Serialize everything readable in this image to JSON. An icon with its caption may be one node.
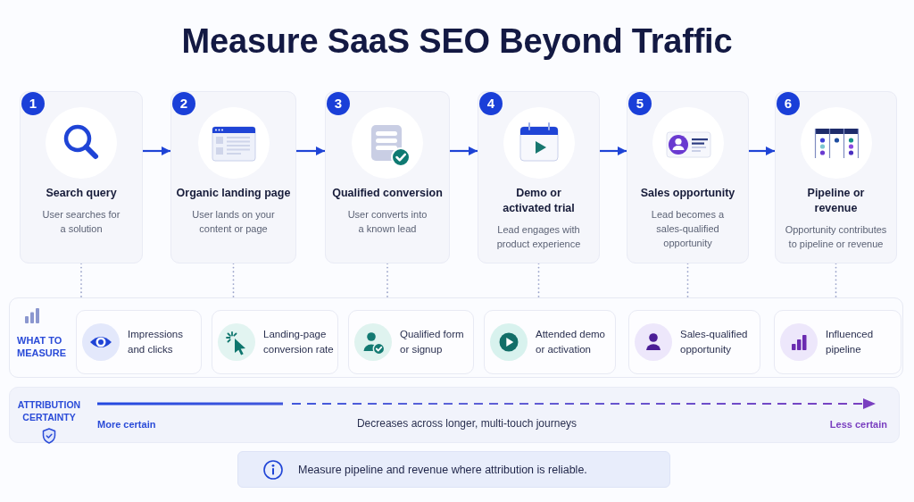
{
  "diagram": {
    "title": "Measure SaaS SEO Beyond Traffic",
    "nodes": [
      {
        "text": [
          "1",
          "Search query",
          "User searches for a solution"
        ]
      },
      {
        "text": [
          "2",
          "Organic landing page",
          "User lands on your content or page"
        ]
      },
      {
        "text": [
          "3",
          "Qualified conversion",
          "User converts into a known lead"
        ]
      },
      {
        "text": [
          "4",
          "Demo or activated trial",
          "Lead engages with product experience"
        ]
      },
      {
        "text": [
          "5",
          "Sales opportunity",
          "Lead becomes a sales-qualified opportunity"
        ]
      },
      {
        "text": [
          "6",
          "Pipeline or revenue",
          "Opportunity contributes to pipeline or revenue"
        ]
      },
      {
        "text": [
          "WHAT TO MEASURE"
        ]
      },
      {
        "text": [
          "Impressions and clicks"
        ],
        "in": 6
      },
      {
        "text": [
          "Landing-page conversion rate"
        ],
        "in": 6
      },
      {
        "text": [
          "Qualified form or signup"
        ],
        "in": 6
      },
      {
        "text": [
          "Attended demo or activation"
        ],
        "in": 6
      },
      {
        "text": [
          "Sales-qualified opportunity"
        ],
        "in": 6
      },
      {
        "text": [
          "Influenced pipeline"
        ],
        "in": 6
      },
      {
        "text": [
          "ATTRIBUTION CERTAINTY",
          "More certain",
          "Decreases across longer, multi-touch journeys",
          "Less certain"
        ]
      },
      {
        "text": [
          "Measure pipeline and revenue where attribution is reliable."
        ]
      }
    ],
    "edges": [
      {
        "from": 0,
        "to": 1,
        "arrow": "to",
        "color": "#1f44d6"
      },
      {
        "from": 1,
        "to": 2,
        "arrow": "to",
        "color": "#1f44d6"
      },
      {
        "from": 2,
        "to": 3,
        "arrow": "to",
        "color": "#1f44d6"
      },
      {
        "from": 3,
        "to": 4,
        "arrow": "to",
        "color": "#1f44d6"
      },
      {
        "from": 4,
        "to": 5,
        "arrow": "to",
        "color": "#1f44d6"
      },
      {
        "from": 0,
        "to": 6,
        "arrow": "none",
        "style": "dashed",
        "color": "#9aa3c9"
      },
      {
        "from": 1,
        "to": 6,
        "arrow": "none",
        "style": "dashed",
        "color": "#9aa3c9"
      },
      {
        "from": 2,
        "to": 6,
        "arrow": "none",
        "style": "dashed",
        "color": "#9aa3c9"
      },
      {
        "from": 3,
        "to": 6,
        "arrow": "none",
        "style": "dashed",
        "color": "#9aa3c9"
      },
      {
        "from": 4,
        "to": 6,
        "arrow": "none",
        "style": "dashed",
        "color": "#9aa3c9"
      },
      {
        "from": 5,
        "to": 6,
        "arrow": "none",
        "style": "dashed",
        "color": "#9aa3c9"
      }
    ]
  }
}
